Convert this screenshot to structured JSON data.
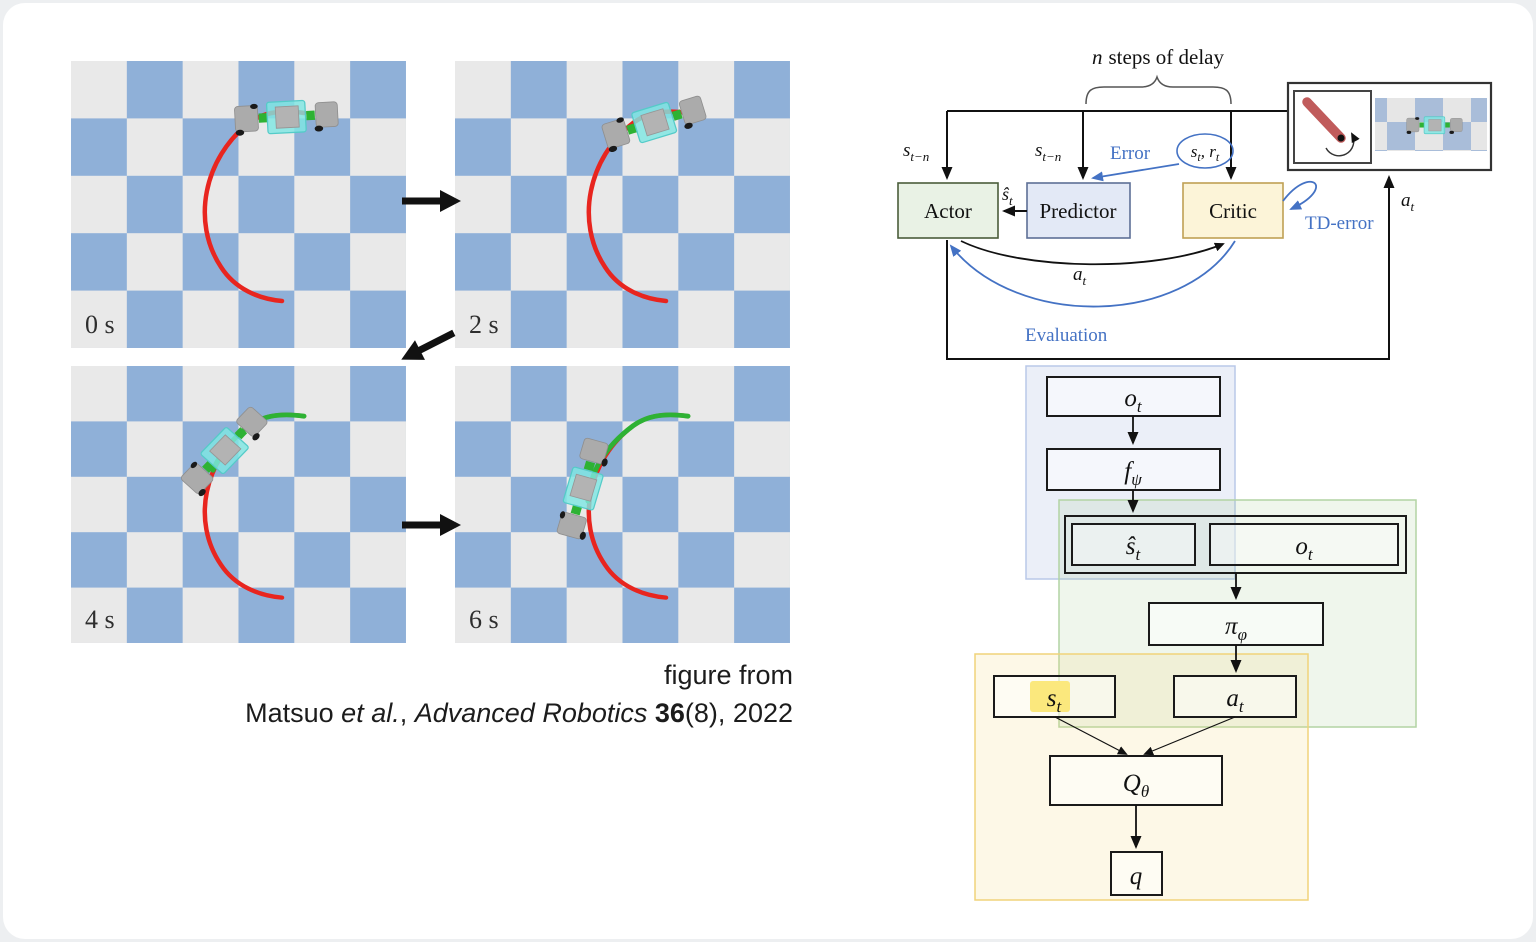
{
  "panels": [
    {
      "time": "0 s"
    },
    {
      "time": "2 s"
    },
    {
      "time": "4 s"
    },
    {
      "time": "6 s"
    }
  ],
  "caption": {
    "line1": "figure from",
    "author": "Matsuo ",
    "etal": "et al.",
    "sep": ", ",
    "journal": "Advanced Robotics ",
    "volume": "36",
    "issue_year": "(8), 2022"
  },
  "top_diagram": {
    "delay": {
      "n": "n",
      "rest": "steps of delay"
    },
    "s_tn": {
      "base": "s",
      "sub": "t−n"
    },
    "error_label": "Error",
    "state_reward": {
      "s": "s",
      "s_sub": "t",
      "comma": ", ",
      "r": "r",
      "r_sub": "t"
    },
    "s_hat": {
      "base": "ŝ",
      "sub": "t"
    },
    "actor": "Actor",
    "predictor": "Predictor",
    "critic": "Critic",
    "td_error": "TD-error",
    "a_t": {
      "base": "a",
      "sub": "t"
    },
    "evaluation": "Evaluation"
  },
  "flow_diagram": {
    "o_t": {
      "base": "o",
      "sub": "t"
    },
    "f_psi": {
      "base": "f",
      "sub": "ψ"
    },
    "s_hat_t": {
      "base": "ŝ",
      "sub": "t"
    },
    "o_t2": {
      "base": "o",
      "sub": "t"
    },
    "pi_phi": {
      "base": "π",
      "sub": "φ"
    },
    "s_t": {
      "base": "s",
      "sub": "t"
    },
    "a_t": {
      "base": "a",
      "sub": "t"
    },
    "q_theta": {
      "base": "Q",
      "sub": "θ"
    },
    "q": "q"
  },
  "colors": {
    "accent_blue": "#4472c4",
    "checker_blue": "#8fb0d8",
    "checker_light": "#e9e9e9",
    "path_red": "#e8251f",
    "trail_green": "#2eb234",
    "robot_cyan": "#7fe6e3",
    "actor_fill": "#e9f2e5",
    "actor_border": "#4a5d3a",
    "predictor_fill": "#e3e9f6",
    "predictor_border": "#5d6f96",
    "critic_fill": "#fcf4d8",
    "critic_border": "#bfa054",
    "region_blue_border": "#b9c8e8",
    "region_green_border": "#b2d4a4",
    "region_yellow_border": "#f0d37a",
    "highlight_yellow": "#fbe87d",
    "pendulum_red": "#c05b5b"
  }
}
